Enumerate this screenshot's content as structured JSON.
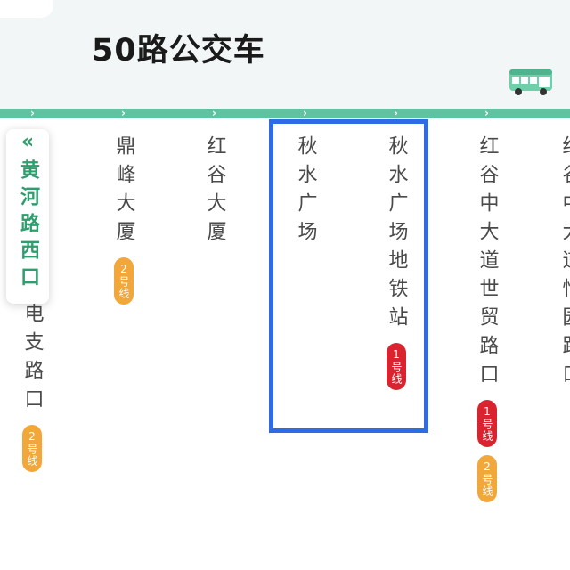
{
  "header": {
    "title": "50路公交车"
  },
  "current_stop": {
    "prefix": "«",
    "name": "黄河路西口"
  },
  "stops": [
    {
      "name": "电支路口",
      "lines": [
        "2号线"
      ]
    },
    {
      "name": "鼎峰大厦",
      "lines": [
        "2号线"
      ]
    },
    {
      "name": "红谷大厦",
      "lines": []
    },
    {
      "name": "秋水广场",
      "lines": []
    },
    {
      "name": "秋水广场地铁站",
      "lines": [
        "1号线"
      ]
    },
    {
      "name": "红谷中大道世贸路口",
      "lines": [
        "1号线",
        "2号线"
      ]
    },
    {
      "name": "红谷中大道怡园路口",
      "lines": []
    }
  ],
  "colors": {
    "route": "#5ec3a0",
    "current": "#2f9e6e",
    "line1": "#d9232e",
    "line2": "#f2a73a",
    "highlight": "#2e6be6"
  },
  "icons": [
    "bus-icon",
    "chevron-right-icon",
    "double-chevron-left-icon"
  ]
}
